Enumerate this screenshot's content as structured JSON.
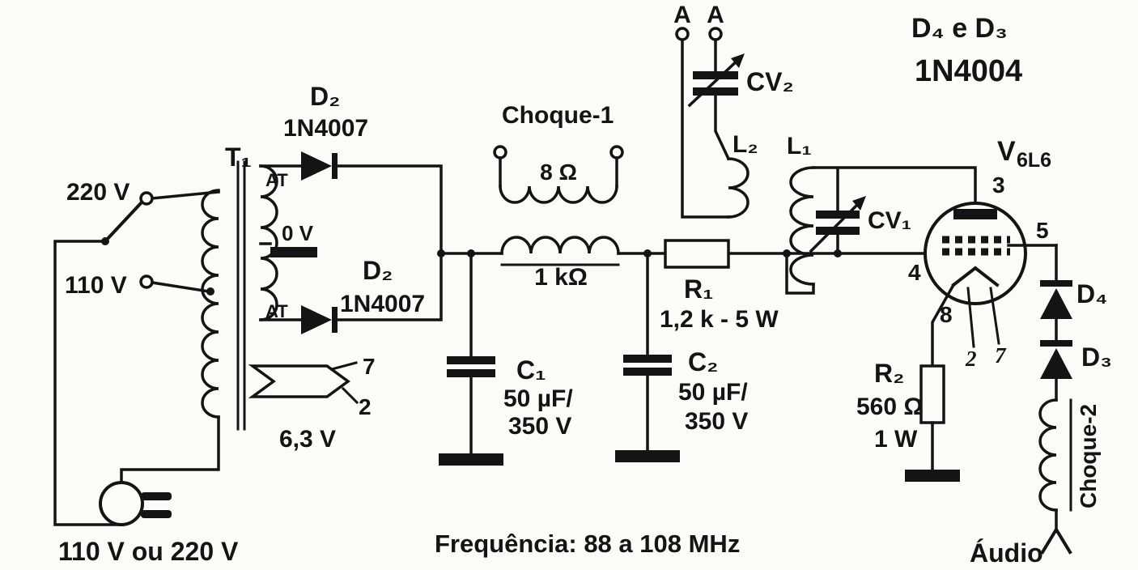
{
  "colors": {
    "ink": "#141414",
    "paper": "#fbfbf7"
  },
  "power": {
    "v220": "220 V",
    "v110": "110 V",
    "mains": "110 V ou 220 V",
    "transformer": "T₁",
    "at_top": "AT",
    "at_bottom": "AT",
    "zero_v": "0 V",
    "filament": "6,3 V",
    "fil_pin7": "7",
    "fil_pin2": "2",
    "d2_top": {
      "name": "D₂",
      "part": "1N4007"
    },
    "d2_bottom": {
      "name": "D₂",
      "part": "1N4007"
    }
  },
  "filter": {
    "choke1": "Choque-1",
    "choke1_imp": "8 Ω",
    "choke1_res": "1 kΩ",
    "c1": {
      "name": "C₁",
      "v1": "50 µF/",
      "v2": "350 V"
    },
    "c2": {
      "name": "C₂",
      "v1": "50 µF/",
      "v2": "350 V"
    },
    "r1": {
      "name": "R₁",
      "value": "1,2 k - 5 W"
    }
  },
  "rf": {
    "ant1": "A",
    "ant2": "A",
    "cv2": "CV₂",
    "cv1": "CV₁",
    "l2": "L₂",
    "l1": "L₁",
    "tube_v": "V",
    "tube_model": "6L6",
    "pins": {
      "p3": "3",
      "p4": "4",
      "p5": "5",
      "p8": "8",
      "p2": "2",
      "p7": "7"
    },
    "r2": {
      "name": "R₂",
      "value": "560 Ω",
      "power": "1 W"
    },
    "d4": "D₄",
    "d3": "D₃",
    "d43_title": "D₄ e D₃",
    "d43_part": "1N4004",
    "choke2": "Choque-2",
    "audio": "Áudio"
  },
  "footer": {
    "frequency": "Frequência: 88 a 108 MHz"
  }
}
